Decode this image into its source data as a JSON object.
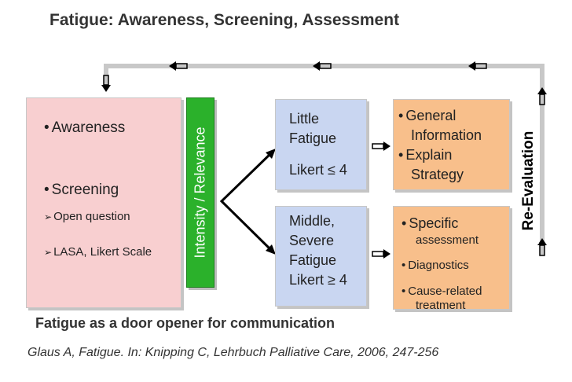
{
  "title": "Fatigue: Awareness, Screening, Assessment",
  "pink_box": {
    "awareness": "Awareness",
    "screening": "Screening",
    "open_question": "Open question",
    "lasa": "LASA, Likert Scale"
  },
  "green_bar": {
    "label": "Intensity / Relevance"
  },
  "blue_top": {
    "line1": "Little",
    "line2": "Fatigue",
    "line3": "Likert ≤ 4"
  },
  "blue_bottom": {
    "line1": "Middle,",
    "line2": "Severe",
    "line3": "Fatigue",
    "line4": "Likert ≥ 4"
  },
  "orange_top": {
    "item1_a": "General",
    "item1_b": "Information",
    "item2_a": "Explain",
    "item2_b": "Strategy"
  },
  "orange_bottom": {
    "item1_a": "Specific",
    "item1_b": "assessment",
    "item2": "Diagnostics",
    "item3_a": "Cause-related",
    "item3_b": "treatment"
  },
  "reevaluation": "Re-Evaluation",
  "footer": {
    "headline": "Fatigue as a door opener for communication",
    "citation": "Glaus A, Fatigue. In: Knipping C,  Lehrbuch Palliative Care, 2006, 247-256"
  },
  "colors": {
    "pink": "#f8cfd0",
    "green": "#2bb12b",
    "blue": "#c9d6f1",
    "orange": "#f8bf8b",
    "loop_line": "#c8c8c8"
  }
}
